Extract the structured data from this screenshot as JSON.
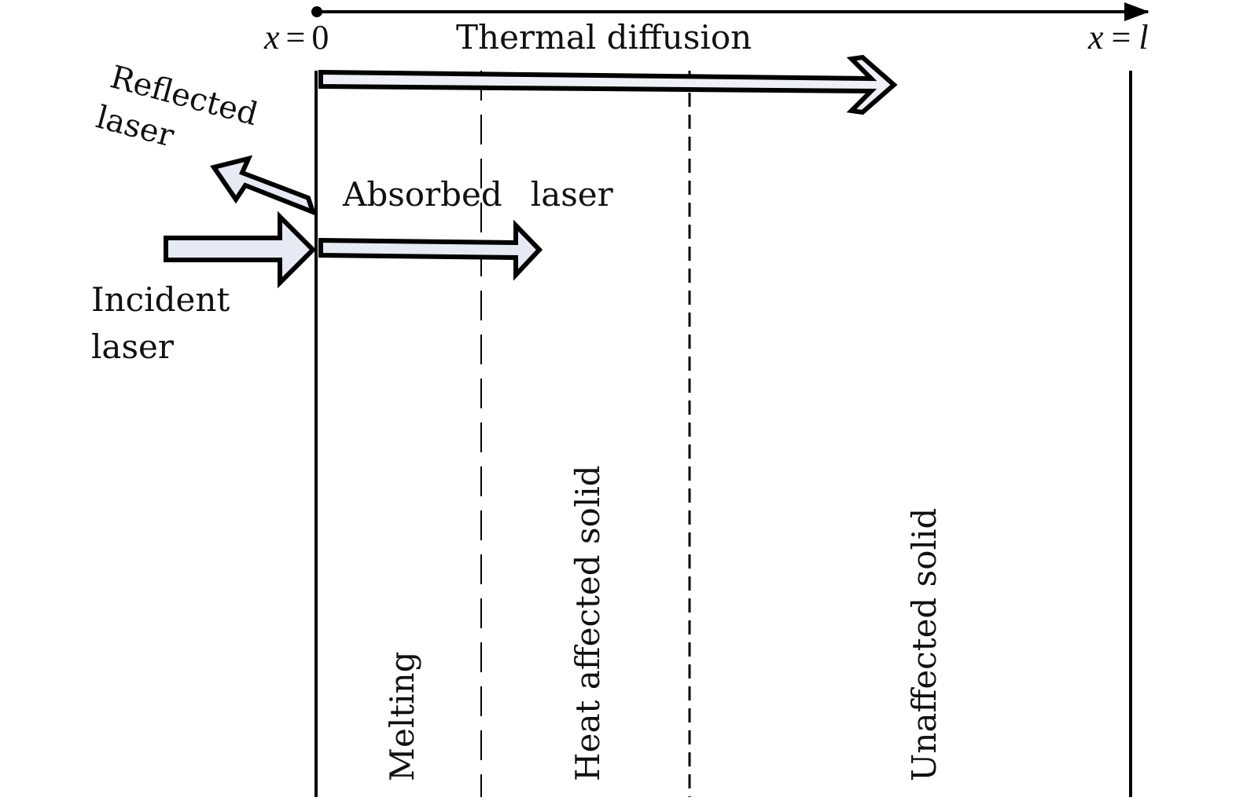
{
  "diagram": {
    "axis": {
      "start_label": {
        "var": "x",
        "eq": "=",
        "value": "0"
      },
      "end_label": {
        "var": "x",
        "eq": "=",
        "value": "l"
      }
    },
    "arrows": {
      "thermal_diffusion": "Thermal diffusion",
      "reflected_laser": [
        "Reflected",
        "laser"
      ],
      "absorbed_laser": [
        "Absorbed",
        "laser"
      ],
      "incident_laser": [
        "Incident",
        "laser"
      ]
    },
    "regions": [
      {
        "name": "melting",
        "label": "Melting",
        "boundary_style": "long-dash"
      },
      {
        "name": "heat-affected-solid",
        "label": "Heat affected solid",
        "boundary_style": "short-dash"
      },
      {
        "name": "unaffected-solid",
        "label": "Unaffected solid",
        "boundary_style": "solid"
      }
    ],
    "colors": {
      "arrow_fill": "#e6eaf4",
      "stroke": "#000000",
      "background": "#ffffff"
    }
  }
}
